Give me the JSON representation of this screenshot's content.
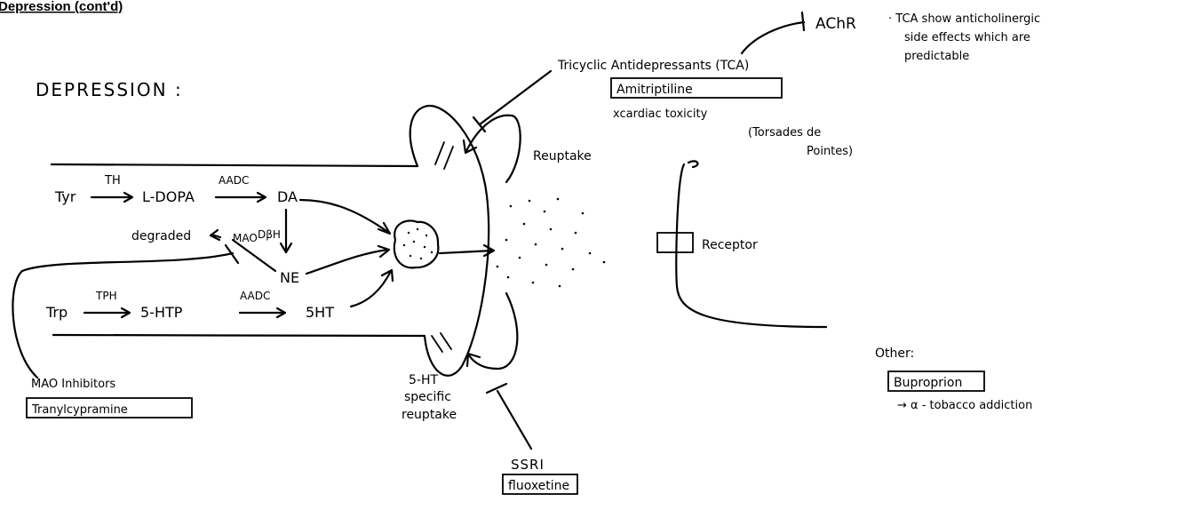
{
  "header_fragment": "Depression (cont'd)",
  "title": "DEPRESSION :",
  "pathway": {
    "tyr": "Tyr",
    "th": "TH",
    "ldopa": "L-DOPA",
    "aadc_1": "AADC",
    "da": "DA",
    "dbh": "DβH",
    "ne": "NE",
    "mao": "MAO",
    "degraded": "degraded",
    "trp": "Trp",
    "tph": "TPH",
    "htp": "5-HTP",
    "aadc_2": "AADC",
    "sht": "5HT"
  },
  "labels": {
    "reuptake": "Reuptake",
    "receptor": "Receptor",
    "specific_1": "5-HT",
    "specific_2": "specific",
    "specific_3": "reuptake"
  },
  "tca": {
    "line1": "Tricyclic Antidepressants (TCA)",
    "drug": "Amitriptiline",
    "tox1": "xcardiac toxicity",
    "tox2": "(Torsades de",
    "tox3": "Pointes)"
  },
  "achr": {
    "label": "AChR",
    "note1": "· TCA show anticholinergic",
    "note2": "side effects which are",
    "note3": "predictable"
  },
  "mao_inhibitors": {
    "label": "MAO Inhibitors",
    "drug": "Tranylcypramine"
  },
  "ssri": {
    "label": "SSRI",
    "drug": "fluoxetine"
  },
  "other": {
    "label": "Other:",
    "drug": "Buproprion",
    "note": "→ α - tobacco addiction"
  }
}
